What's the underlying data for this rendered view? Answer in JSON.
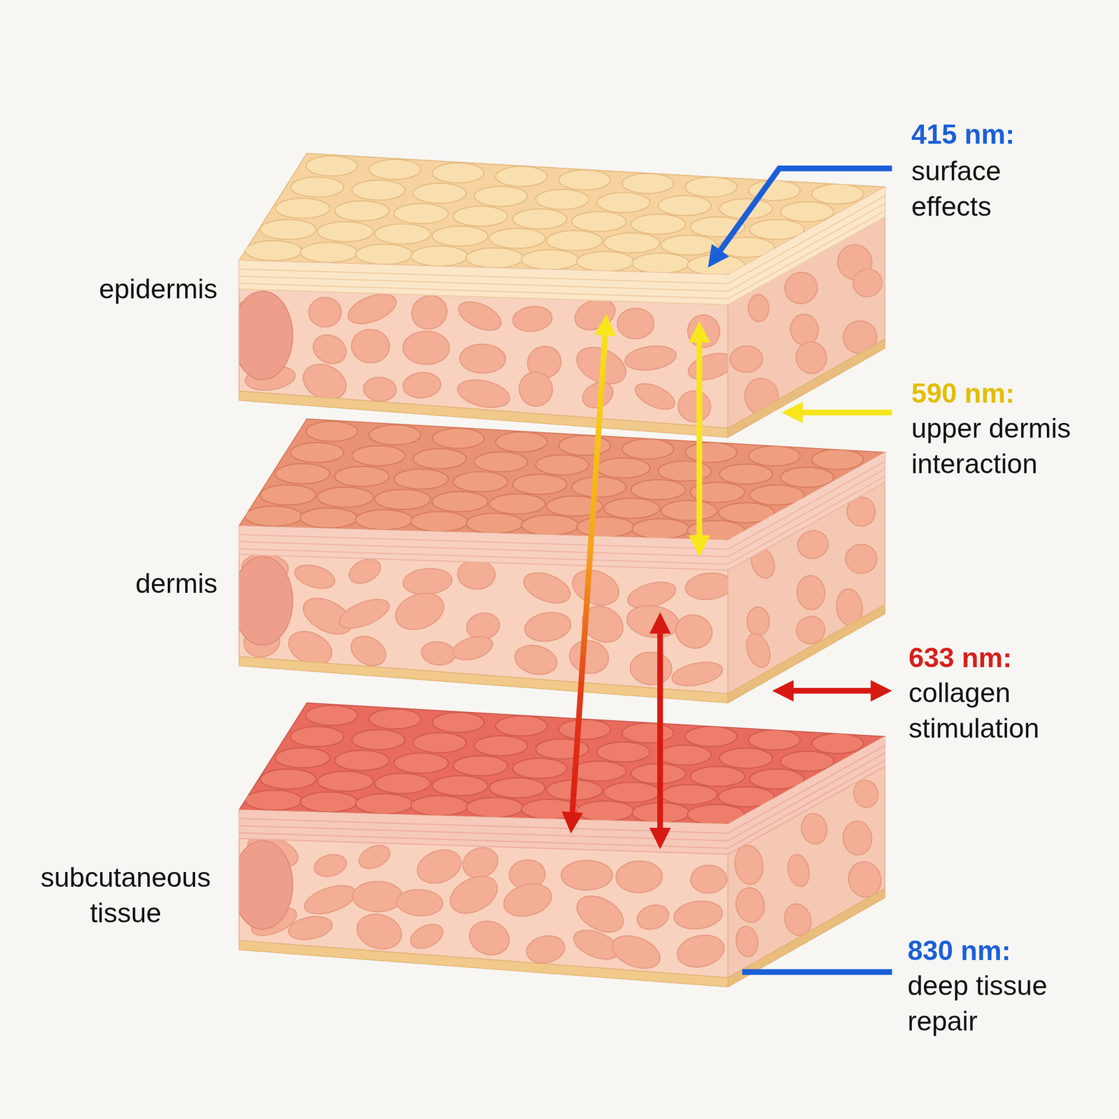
{
  "diagram": {
    "labels": [
      "415 nm:",
      "surface effects",
      "epidermis",
      "590 nm:",
      "upper dermis interaction",
      "dermis",
      "633 nm:",
      "collagen stimulation",
      "subcutaneous tissue",
      "830 nm:",
      "deep tissue repair"
    ]
  }
}
